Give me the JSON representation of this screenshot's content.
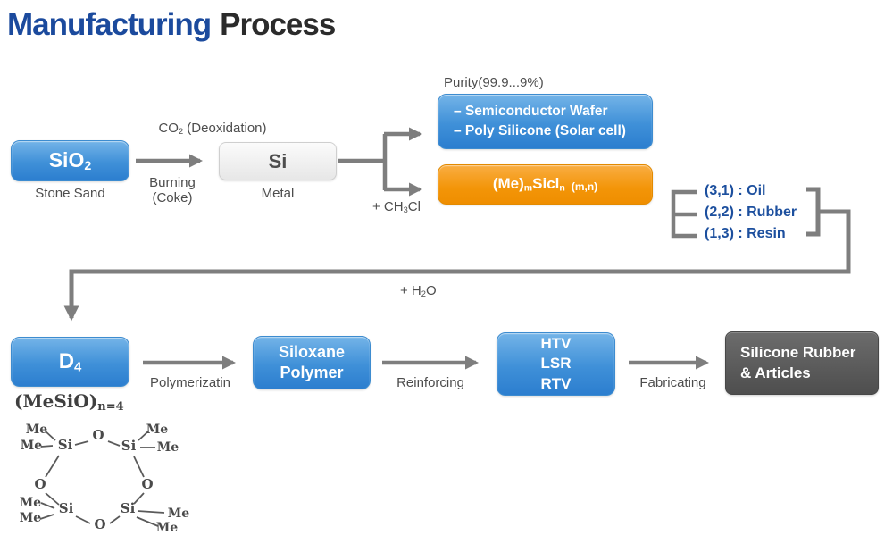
{
  "title": {
    "part1": "Manufacturing",
    "part2": "Process"
  },
  "colors": {
    "title_blue": "#1b4a9d",
    "title_dark": "#2b2b2b",
    "node_blue": "#3f90d8",
    "node_orange": "#f39508",
    "node_gray": "#ebebeb",
    "node_dark": "#565656",
    "grade_text": "#1c4f9e",
    "arrow_gray": "#7e7e7e"
  },
  "nodes": {
    "sio2": {
      "formula": "SiO",
      "formula_sub": "2",
      "caption": "Stone Sand"
    },
    "si": {
      "label": "Si",
      "caption": "Metal"
    },
    "semiconductor": {
      "purity": "Purity(99.9...9%)",
      "line1": "– Semiconductor Wafer",
      "line2": "– Poly Silicone (Solar cell)"
    },
    "chlorosilane": {
      "p1": "(Me)",
      "s1": "m",
      "p2": "Sicl",
      "s2": "n",
      "suffix": "(m,n)"
    },
    "d4": {
      "label": "D",
      "label_sub": "4",
      "caption_main": "(MeSiO)",
      "caption_sub": "n=4"
    },
    "siloxane": {
      "line1": "Siloxane",
      "line2": "Polymer"
    },
    "htv": {
      "line1": "HTV",
      "line2": "LSR",
      "line3": "RTV"
    },
    "final": {
      "line1": "Silicone Rubber",
      "line2": "& Articles"
    }
  },
  "edges": {
    "co2_pre": "CO",
    "co2_sub": "2",
    "co2_post": " (Deoxidation)",
    "burning1": "Burning",
    "burning2": "(Coke)",
    "ch3cl_pre": "+ CH",
    "ch3cl_sub": "3",
    "ch3cl_post": "Cl",
    "h2o_pre": "+ H",
    "h2o_sub": "2",
    "h2o_post": "O",
    "polymerization": "Polymerizatin",
    "reinforcing": "Reinforcing",
    "fabricating": "Fabricating"
  },
  "grades": [
    {
      "label": "(3,1) : Oil"
    },
    {
      "label": "(2,2) : Rubber"
    },
    {
      "label": "(1,3) : Resin"
    }
  ],
  "structure": {
    "si": "Si",
    "o": "O",
    "me": "Me"
  }
}
